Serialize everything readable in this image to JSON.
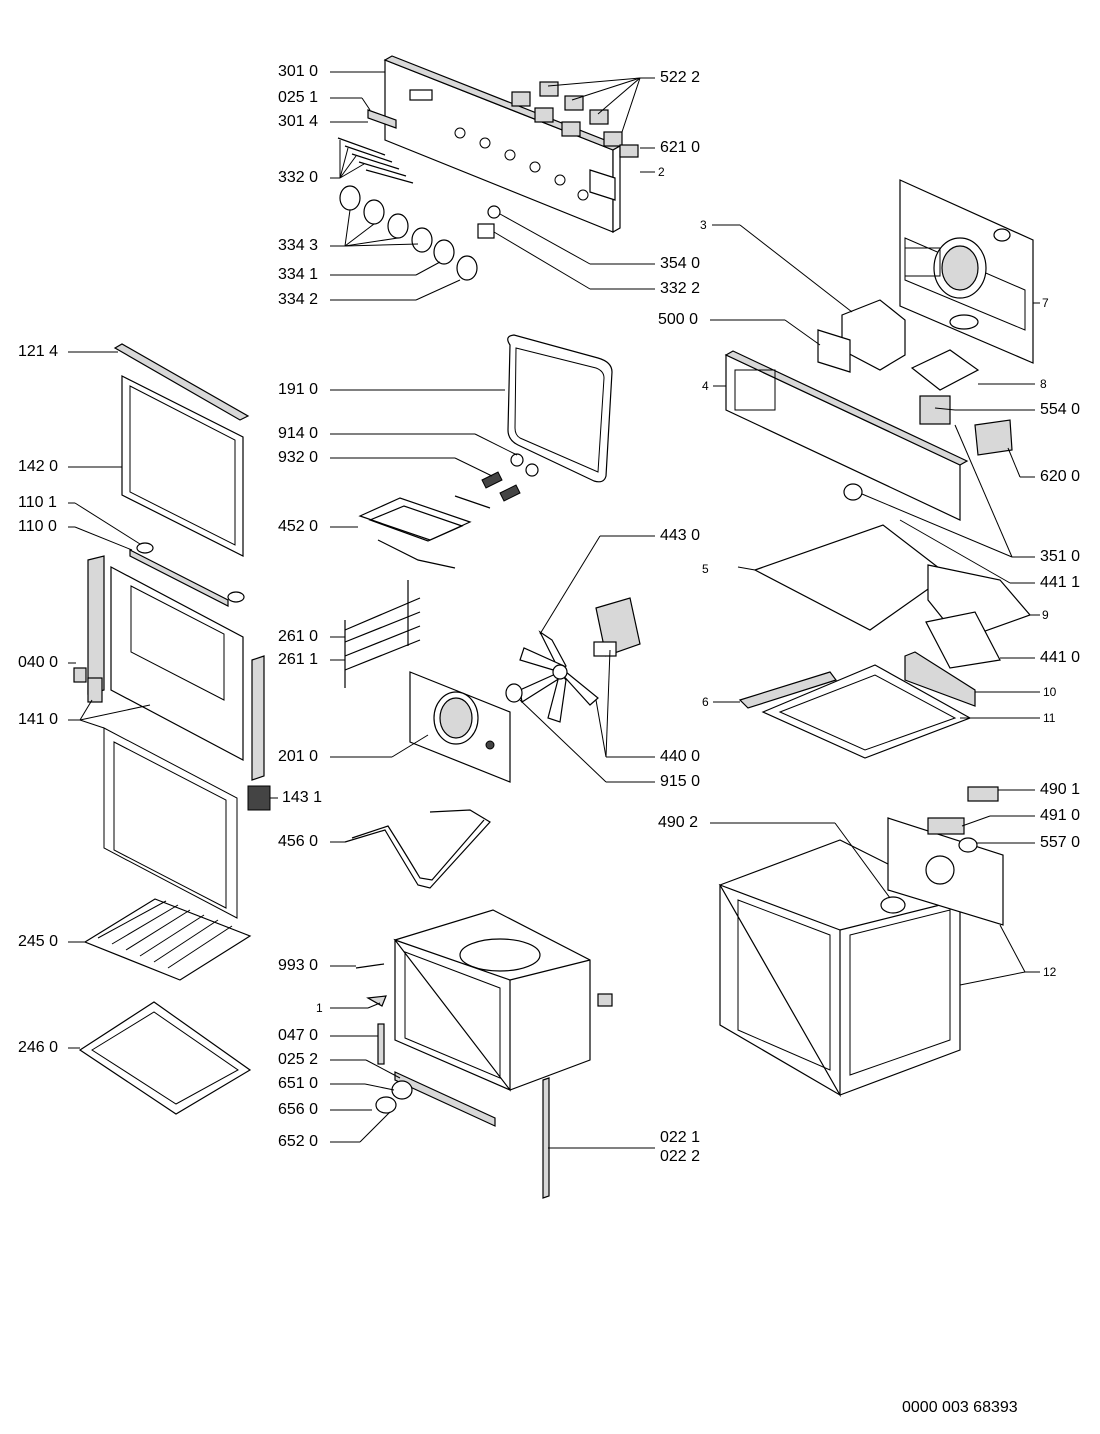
{
  "labels": {
    "l3010": "301 0",
    "l0251": "025 1",
    "l3014": "301 4",
    "l3320": "332 0",
    "l3343": "334 3",
    "l3341": "334 1",
    "l3342": "334 2",
    "l5222": "522 2",
    "l6210": "621 0",
    "l2": "2",
    "l3540": "354 0",
    "l3322": "332 2",
    "l1214": "121 4",
    "l1420": "142 0",
    "l1101": "110 1",
    "l1100": "110 0",
    "l0400": "040 0",
    "l1410": "141 0",
    "l2450": "245 0",
    "l2460": "246 0",
    "l1910": "191 0",
    "l9140": "914 0",
    "l9320": "932 0",
    "l4520": "452 0",
    "l2610": "261 0",
    "l2611": "261 1",
    "l2010": "201 0",
    "l1431": "143 1",
    "l4560": "456 0",
    "l4430": "443 0",
    "l4400": "440 0",
    "l9150": "915 0",
    "l9930": "993 0",
    "l1": "1",
    "l0470": "047 0",
    "l0252": "025 2",
    "l6510": "651 0",
    "l6560": "656 0",
    "l6520": "652 0",
    "l0221": "022 1",
    "l0222": "022 2",
    "l3": "3",
    "l5000": "500 0",
    "l4": "4",
    "l7": "7",
    "l8": "8",
    "l5540": "554 0",
    "l6200": "620 0",
    "l3510": "351 0",
    "l4411": "441 1",
    "l5": "5",
    "l9": "9",
    "l4410": "441 0",
    "l10": "10",
    "l6": "6",
    "l11": "11",
    "l4901": "490 1",
    "l4910": "491 0",
    "l4902": "490 2",
    "l5570": "557 0",
    "l12": "12"
  },
  "doc_id": "0000 003 68393"
}
